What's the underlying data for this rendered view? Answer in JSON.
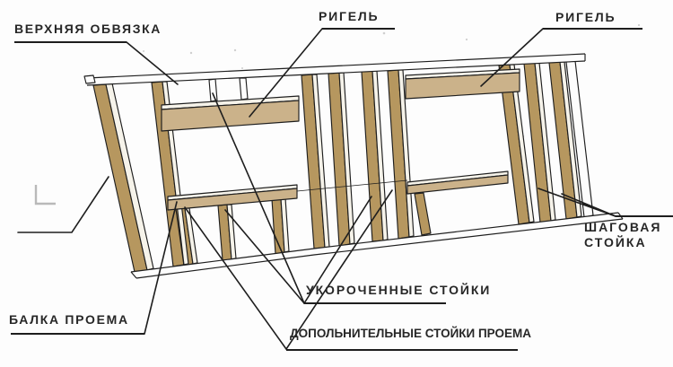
{
  "diagram": {
    "labels": {
      "top_plate": "ВЕРХНЯЯ ОБВЯЗКА",
      "header_left": "РИГЕЛЬ",
      "header_right": "РИГЕЛЬ",
      "opening_beam": "БАЛКА ПРОЕМА",
      "shortened_studs": "УКОРОЧЕННЫЕ СТОЙКИ",
      "additional_opening_studs": "ДОПОЛЬНИТЕЛЬНЫЕ СТОЙКИ ПРОЕМА",
      "spacing_stud": "ШАГОВАЯ СТОЙКА"
    },
    "colors": {
      "background": "#fdfdfd",
      "outline": "#1e1e1e",
      "wood_stud": "#b6975f",
      "wood_beam": "#cbb28a",
      "side_face": "#f6f3ea",
      "leader_line": "#1e1e1e",
      "watermark": "#b9b9b9"
    }
  }
}
